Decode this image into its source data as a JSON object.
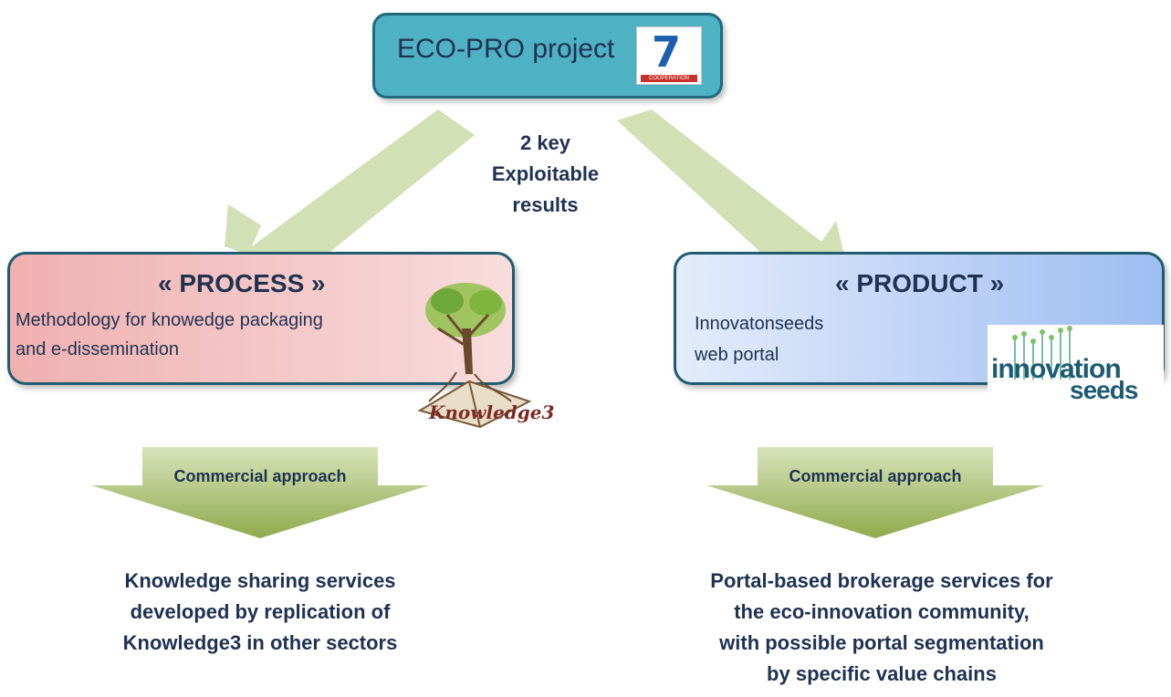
{
  "top": {
    "title": "ECO-PRO project",
    "logo_numeral": "7",
    "logo_caption": "COOPERATION"
  },
  "middle": {
    "lines": [
      "2 key",
      "Exploitable",
      "results"
    ]
  },
  "process": {
    "title": "« PROCESS »",
    "lines": [
      "Methodology for knowedge packaging",
      "and e-dissemination"
    ],
    "logo_text": "Knowledge3"
  },
  "product": {
    "title": "« PRODUCT »",
    "lines": [
      "Innovatonseeds",
      "web portal"
    ],
    "logo_word1": "innovation",
    "logo_word2": "seeds"
  },
  "commercial": {
    "left_label": "Commercial approach",
    "right_label": "Commercial approach"
  },
  "results": {
    "left": [
      "Knowledge sharing services",
      "developed by replication  of",
      "Knowledge3 in other sectors"
    ],
    "right": [
      "Portal-based brokerage services for",
      "the eco-innovation  community,",
      "with possible portal segmentation",
      "by specific value chains"
    ]
  },
  "colors": {
    "top_box": "#4fb1c4",
    "process_box": "#f0b0b0",
    "product_box": "#9ebdf1",
    "arrow": "#c9dba6",
    "text": "#1f3251"
  }
}
